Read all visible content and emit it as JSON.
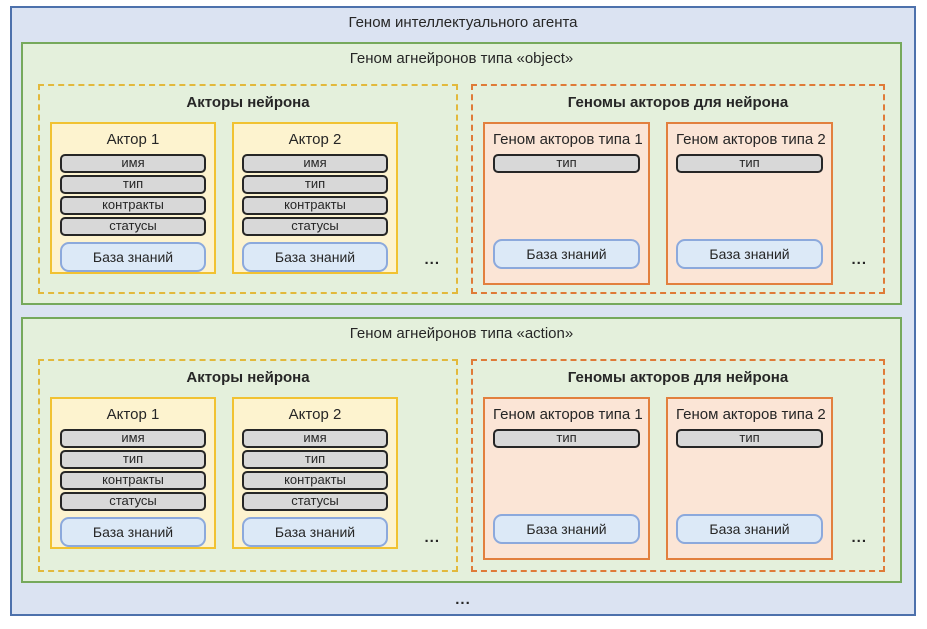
{
  "diagram": {
    "title": "Геном интеллектуального агента",
    "bottom_ellipsis": "...",
    "colors": {
      "outer_bg": "#DBE3F2",
      "outer_border": "#4D71AC",
      "section_bg": "#E4F0DC",
      "section_border": "#76A95C",
      "actors_group_dashed_border": "#E2B93C",
      "actor_card_bg": "#FDF3CF",
      "actor_card_border": "#F1C232",
      "field_bg": "#D8D8D8",
      "field_border": "#262626",
      "knowledge_base_bg": "#DCE9F7",
      "knowledge_base_border": "#8CA9DC",
      "genomes_group_dashed_border": "#DF7B38",
      "genome_card_bg": "#FBE5D6",
      "genome_card_border": "#E2803E"
    },
    "sections": [
      {
        "title": "Геном агнейронов типа «object»",
        "actors_group": {
          "title": "Акторы нейрона",
          "ellipsis": "...",
          "actors": [
            {
              "title": "Актор 1",
              "fields": [
                "имя",
                "тип",
                "контракты",
                "статусы"
              ],
              "knowledge_base": "База знаний"
            },
            {
              "title": "Актор 2",
              "fields": [
                "имя",
                "тип",
                "контракты",
                "статусы"
              ],
              "knowledge_base": "База знаний"
            }
          ]
        },
        "genomes_group": {
          "title": "Геномы акторов для нейрона",
          "ellipsis": "...",
          "genomes": [
            {
              "title": "Геном акторов типа 1",
              "fields": [
                "тип"
              ],
              "knowledge_base": "База знаний"
            },
            {
              "title": "Геном акторов типа 2",
              "fields": [
                "тип"
              ],
              "knowledge_base": "База знаний"
            }
          ]
        }
      },
      {
        "title": "Геном агнейронов типа «action»",
        "actors_group": {
          "title": "Акторы нейрона",
          "ellipsis": "...",
          "actors": [
            {
              "title": "Актор 1",
              "fields": [
                "имя",
                "тип",
                "контракты",
                "статусы"
              ],
              "knowledge_base": "База знаний"
            },
            {
              "title": "Актор 2",
              "fields": [
                "имя",
                "тип",
                "контракты",
                "статусы"
              ],
              "knowledge_base": "База знаний"
            }
          ]
        },
        "genomes_group": {
          "title": "Геномы акторов для нейрона",
          "ellipsis": "...",
          "genomes": [
            {
              "title": "Геном акторов типа 1",
              "fields": [
                "тип"
              ],
              "knowledge_base": "База знаний"
            },
            {
              "title": "Геном акторов типа 2",
              "fields": [
                "тип"
              ],
              "knowledge_base": "База знаний"
            }
          ]
        }
      }
    ]
  }
}
